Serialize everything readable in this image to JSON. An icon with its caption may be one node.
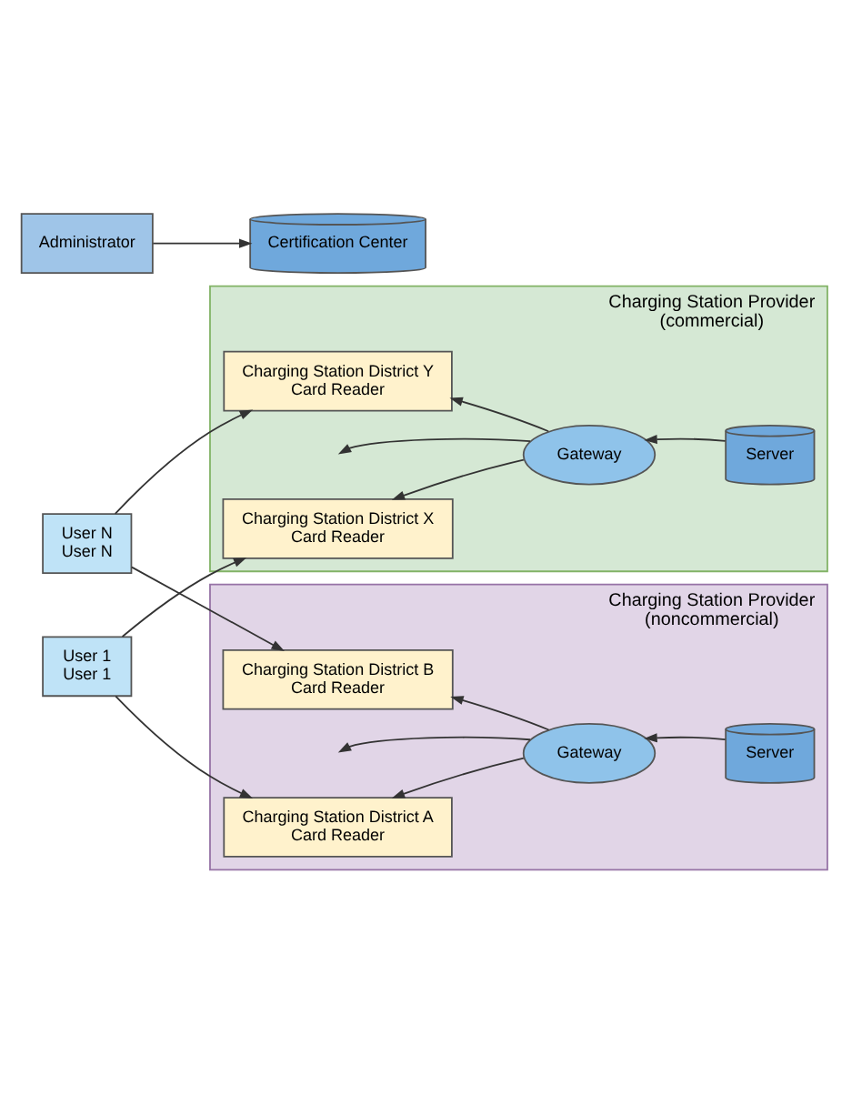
{
  "diagram": {
    "nodes": [
      {
        "text": [
          "Charging Station Provider",
          "(commercial)"
        ]
      },
      {
        "text": [
          "Charging Station District X",
          "Card Reader"
        ],
        "in": 0
      },
      {
        "text": [
          "Charging Station District Y",
          "Card Reader"
        ],
        "in": 0
      },
      {
        "text": [
          "Gateway"
        ],
        "in": 0
      },
      {
        "text": [
          "Server"
        ],
        "in": 0
      },
      {
        "text": [
          "Charging Station Provider",
          "(noncommercial)"
        ]
      },
      {
        "text": [
          "Charging Station District A",
          "Card Reader"
        ],
        "in": 5
      },
      {
        "text": [
          "Charging Station District B",
          "Card Reader"
        ],
        "in": 5
      },
      {
        "text": [
          "Gateway"
        ],
        "in": 5
      },
      {
        "text": [
          "Server"
        ],
        "in": 5
      },
      {
        "text": [
          "User 1",
          "User 1"
        ]
      },
      {
        "text": [
          "User N",
          "User N"
        ]
      },
      {
        "text": [
          "Administrator"
        ]
      },
      {
        "text": [
          "Certification Center"
        ]
      }
    ],
    "edges": [
      {
        "from": 10,
        "to": 1,
        "arrow": "to"
      },
      {
        "from": 10,
        "to": 6,
        "arrow": "to"
      },
      {
        "from": 11,
        "to": 2,
        "arrow": "to"
      },
      {
        "from": 11,
        "to": 7,
        "arrow": "to"
      },
      {
        "from": 4,
        "to": 3,
        "arrow": "to"
      },
      {
        "from": 3,
        "to": 1,
        "arrow": "to"
      },
      {
        "from": 3,
        "to": null,
        "arrow": "to"
      },
      {
        "from": 3,
        "to": 2,
        "arrow": "to"
      },
      {
        "from": 9,
        "to": 8,
        "arrow": "to"
      },
      {
        "from": 8,
        "to": 6,
        "arrow": "to"
      },
      {
        "from": 8,
        "to": null,
        "arrow": "to"
      },
      {
        "from": 8,
        "to": 7,
        "arrow": "to"
      },
      {
        "from": 12,
        "to": 13,
        "arrow": "to"
      }
    ]
  }
}
